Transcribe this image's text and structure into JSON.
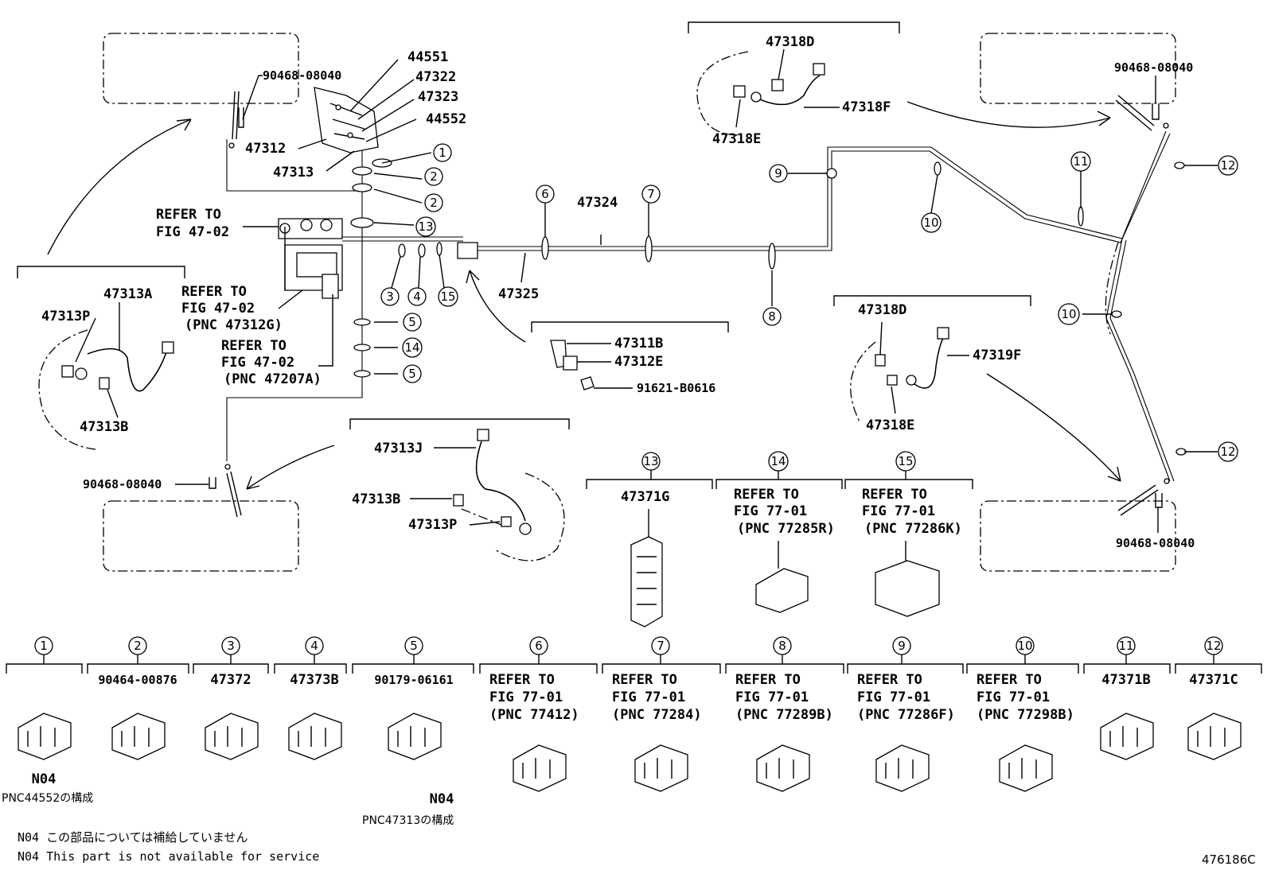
{
  "diagram": {
    "figure_code": "476186C",
    "footnote_jp": "N04 この部品については補給していません",
    "footnote_en": "N04 This part is not available for service",
    "refer_4702": [
      "REFER TO",
      "FIG 47-02"
    ],
    "refer_4702_pnc1": [
      "REFER TO",
      "FIG 47-02",
      "(PNC 47312G)"
    ],
    "refer_4702_pnc2": [
      "REFER TO",
      "FIG 47-02",
      "(PNC 47207A)"
    ],
    "top_labels": {
      "p44551": "44551",
      "p47322": "47322",
      "p47323": "47323",
      "p44552": "44552",
      "p47312": "47312",
      "p47313": "47313",
      "p47324": "47324",
      "p47325": "47325",
      "p47311B": "47311B",
      "p47312E": "47312E",
      "p91621": "91621-B0616",
      "bolt_tl": "90468-08040",
      "bolt_bl": "90468-08040",
      "bolt_tr": "90468-08040",
      "bolt_br": "90468-08040"
    },
    "hose_left": {
      "a": "47313A",
      "p": "47313P",
      "b": "47313B"
    },
    "hose_bottom": {
      "j": "47313J",
      "b": "47313B",
      "p": "47313P"
    },
    "hose_top_right": {
      "d": "47318D",
      "e": "47318E",
      "f": "47318F"
    },
    "hose_mid_right": {
      "d": "47318D",
      "e": "47318E",
      "f": "47319F"
    },
    "callouts": [
      "1",
      "2",
      "3",
      "4",
      "5",
      "6",
      "7",
      "8",
      "9",
      "10",
      "11",
      "12",
      "13",
      "14",
      "15"
    ],
    "clips_mid": [
      {
        "num": "13",
        "lines": [
          "47371G"
        ]
      },
      {
        "num": "14",
        "lines": [
          "REFER TO",
          "FIG 77-01",
          "(PNC 77285R)"
        ]
      },
      {
        "num": "15",
        "lines": [
          "REFER TO",
          "FIG 77-01",
          "(PNC 77286K)"
        ]
      }
    ],
    "clips_bottom": [
      {
        "num": "1",
        "lines": [],
        "sub": "N04",
        "note": "PNC44552の構成"
      },
      {
        "num": "2",
        "lines": [
          "90464-00876"
        ]
      },
      {
        "num": "3",
        "lines": [
          "47372"
        ]
      },
      {
        "num": "4",
        "lines": [
          "47373B"
        ]
      },
      {
        "num": "5",
        "lines": [
          "90179-06161"
        ],
        "sub": "N04",
        "note": "PNC47313の構成"
      },
      {
        "num": "6",
        "lines": [
          "REFER TO",
          "FIG 77-01",
          "(PNC 77412)"
        ]
      },
      {
        "num": "7",
        "lines": [
          "REFER TO",
          "FIG 77-01",
          "(PNC 77284)"
        ]
      },
      {
        "num": "8",
        "lines": [
          "REFER TO",
          "FIG 77-01",
          "(PNC 77289B)"
        ]
      },
      {
        "num": "9",
        "lines": [
          "REFER TO",
          "FIG 77-01",
          "(PNC 77286F)"
        ]
      },
      {
        "num": "10",
        "lines": [
          "REFER TO",
          "FIG 77-01",
          "(PNC 77298B)"
        ]
      },
      {
        "num": "11",
        "lines": [
          "47371B"
        ]
      },
      {
        "num": "12",
        "lines": [
          "47371C"
        ]
      }
    ]
  }
}
